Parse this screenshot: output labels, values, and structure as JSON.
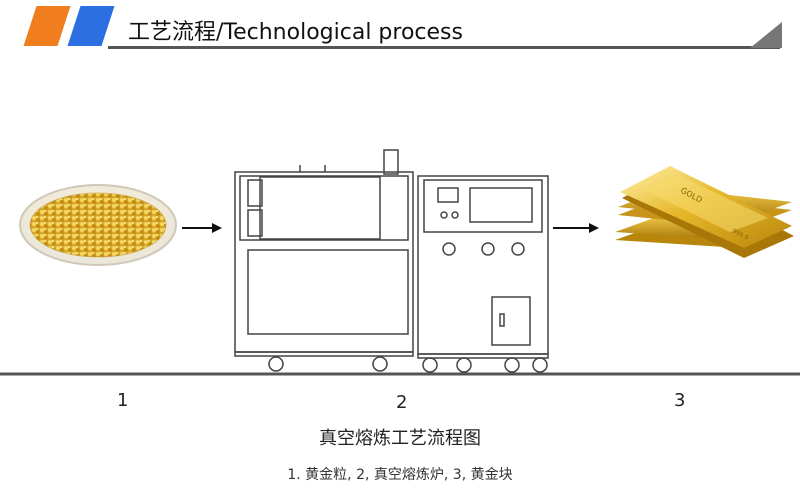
{
  "header": {
    "title": "工艺流程/Technological process",
    "colors": {
      "orange": "#f07d1e",
      "blue": "#2b6fe0"
    }
  },
  "steps": [
    {
      "number": "1",
      "icon": "gold-granules-icon"
    },
    {
      "number": "2",
      "icon": "vacuum-furnace-icon"
    },
    {
      "number": "3",
      "icon": "gold-bar-icon"
    }
  ],
  "caption": {
    "title": "真空熔炼工艺流程图",
    "subtitle": "1. 黄金粒, 2, 真空熔炼炉, 3, 黄金块"
  }
}
